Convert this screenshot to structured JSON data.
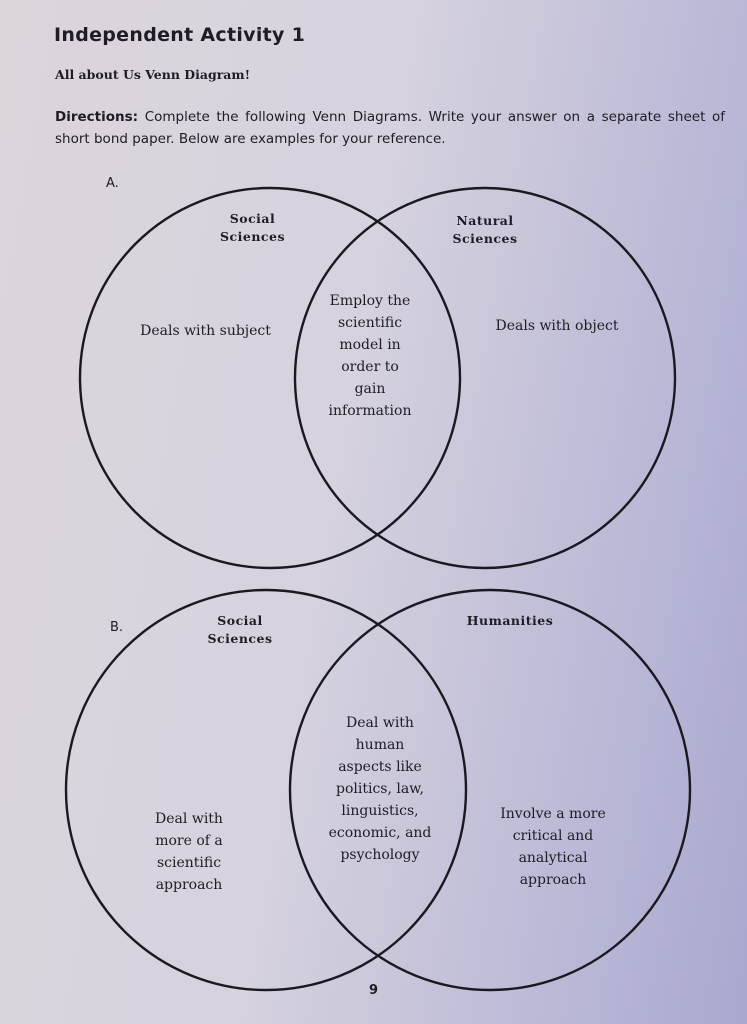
{
  "header": {
    "title": "Independent Activity 1",
    "subtitle": "All about Us Venn Diagram!",
    "directions_label": "Directions:",
    "directions_text": "Complete the following Venn Diagrams. Write your answer on a separate sheet of short bond paper. Below are examples for your reference."
  },
  "diagram_a": {
    "letter": "A.",
    "left_title": "Social\nSciences",
    "right_title": "Natural\nSciences",
    "left_text": "Deals with subject",
    "center_text": "Employ the\nscientific\nmodel in\norder to\ngain\ninformation",
    "right_text": "Deals with object"
  },
  "diagram_b": {
    "letter": "B.",
    "left_title": "Social\nSciences",
    "right_title": "Humanities",
    "left_text": "Deal with\nmore of a\nscientific\napproach",
    "center_text": "Deal with\nhuman\naspects like\npolitics, law,\nlinguistics,\neconomic, and\npsychology",
    "right_text": "Involve a more\ncritical and\nanalytical\napproach"
  },
  "footer": {
    "page_number": "9"
  }
}
